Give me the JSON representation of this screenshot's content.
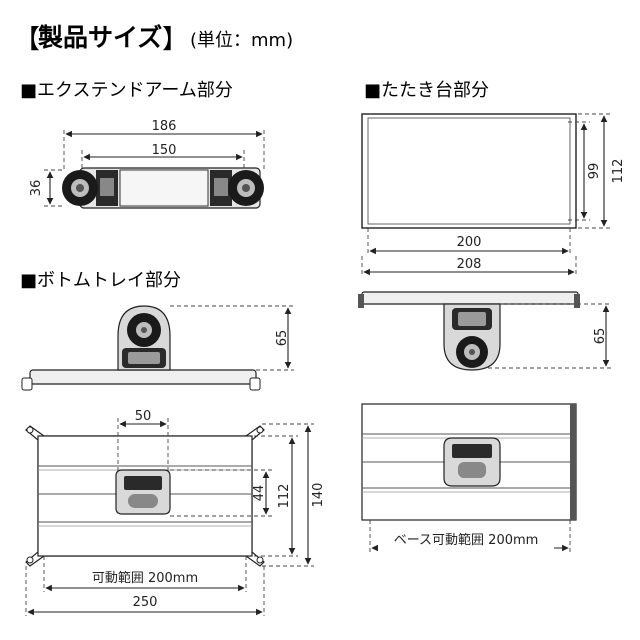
{
  "header": {
    "bracket_open": "【",
    "title": "製品サイズ",
    "bracket_close": "】",
    "unit": "(単位：mm)"
  },
  "sections": {
    "extend_arm": "■エクステンドアーム部分",
    "tataki": "■たたき台部分",
    "bottom_tray": "■ボトムトレイ部分"
  },
  "dimensions": {
    "arm_total": "186",
    "arm_inner": "150",
    "arm_height": "36",
    "tataki_height_inner": "99",
    "tataki_height_outer": "112",
    "tataki_width_inner": "200",
    "tataki_width_outer": "208",
    "tataki_side_height": "65",
    "tray_side_height": "65",
    "tray_clamp_width": "50",
    "tray_clamp_height": "44",
    "tray_inner_height": "112",
    "tray_outer_height": "140",
    "tray_range": "可動範囲 200mm",
    "tray_width": "250",
    "base_range": "ベース可動範囲 200mm"
  },
  "colors": {
    "line": "#222222",
    "dark": "#1a1a1a",
    "gray": "#8a8a8a",
    "light_gray": "#cfcfcf"
  }
}
